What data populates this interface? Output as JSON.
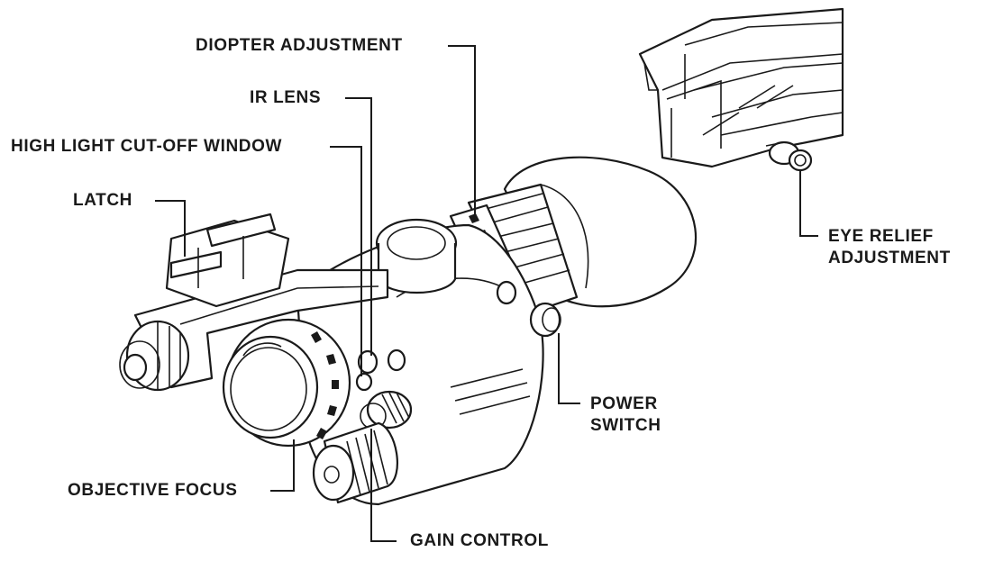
{
  "labels": {
    "diopter": "DIOPTER ADJUSTMENT",
    "ir_lens": "IR LENS",
    "high_light": "HIGH LIGHT CUT-OFF WINDOW",
    "latch": "LATCH",
    "eye_relief_1": "EYE RELIEF",
    "eye_relief_2": "ADJUSTMENT",
    "power_1": "POWER",
    "power_2": "SWITCH",
    "objective": "OBJECTIVE FOCUS",
    "gain": "GAIN CONTROL"
  },
  "colors": {
    "ink": "#1a1a1a",
    "background": "#ffffff"
  }
}
